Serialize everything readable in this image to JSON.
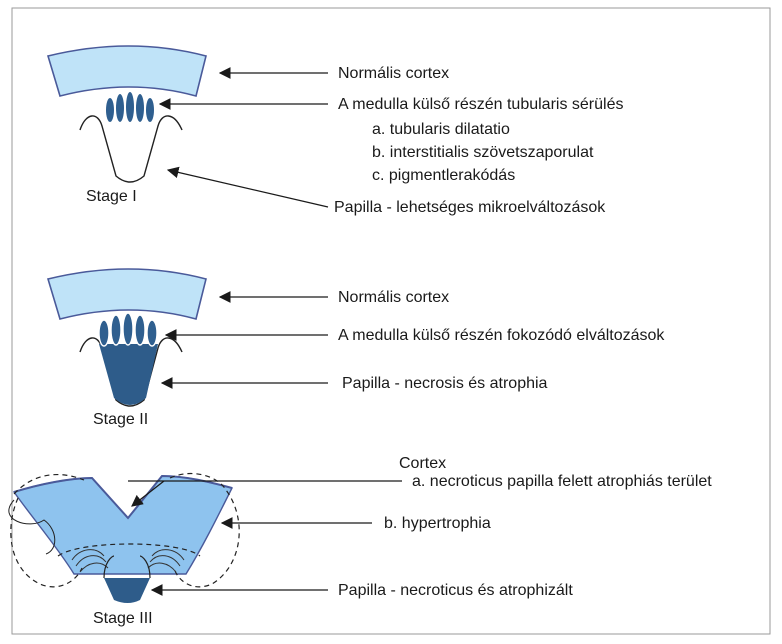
{
  "stage1": {
    "title": "Stage I",
    "cortex_label": "Normális cortex",
    "medulla_label": "A medulla külső részén tubularis sérülés",
    "details": [
      "a. tubularis dilatatio",
      "b. interstitialis szövetszaporulat",
      "c. pigmentlerakódás"
    ],
    "papilla_label": "Papilla - lehetséges mikroelváltozások"
  },
  "stage2": {
    "title": "Stage II",
    "cortex_label": "Normális cortex",
    "medulla_label": "A medulla külső részén fokozódó elváltozások",
    "papilla_label": "Papilla - necrosis és atrophia"
  },
  "stage3": {
    "title": "Stage III",
    "cortex_heading": "Cortex",
    "atrophy_label": "a. necroticus papilla felett atrophiás terület",
    "hypertrophy_label": "b. hypertrophia",
    "papilla_label": "Papilla - necroticus és atrophizált"
  },
  "colors": {
    "cortex_fill": "#bfe3f8",
    "cortex_stroke": "#4a5a9a",
    "tubule_fill": "#2f5f8f",
    "papilla_dark": "#2e5c8a",
    "stage3_fill": "#8ec3ee",
    "arrow": "#1a1a1a"
  }
}
